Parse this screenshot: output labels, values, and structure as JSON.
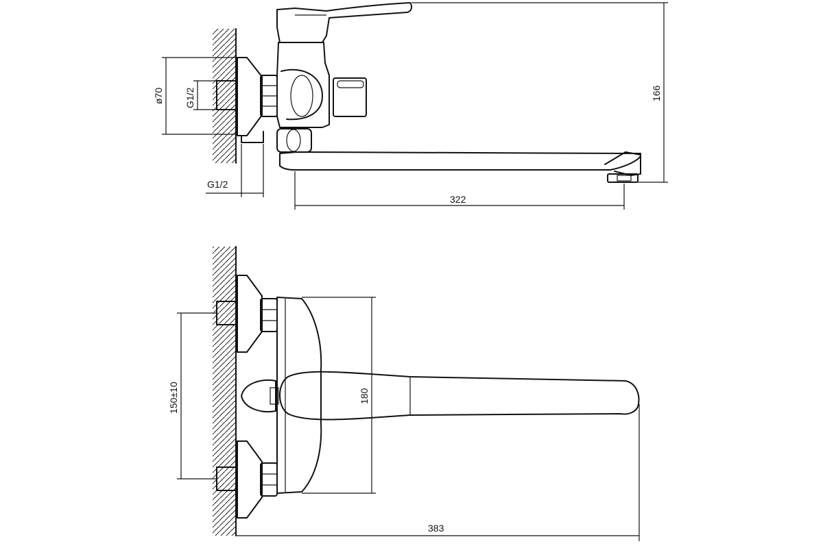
{
  "side_view": {
    "dimensions": {
      "flange_diameter": "ø70",
      "inlet_thread_vertical": "G1/2",
      "inlet_thread_horizontal": "G1/2",
      "spout_reach": "322",
      "total_height": "166"
    }
  },
  "top_view": {
    "dimensions": {
      "center_distance": "150±10",
      "body_width": "180",
      "total_length": "383"
    }
  },
  "colors": {
    "line": "#111111",
    "background": "#ffffff"
  }
}
